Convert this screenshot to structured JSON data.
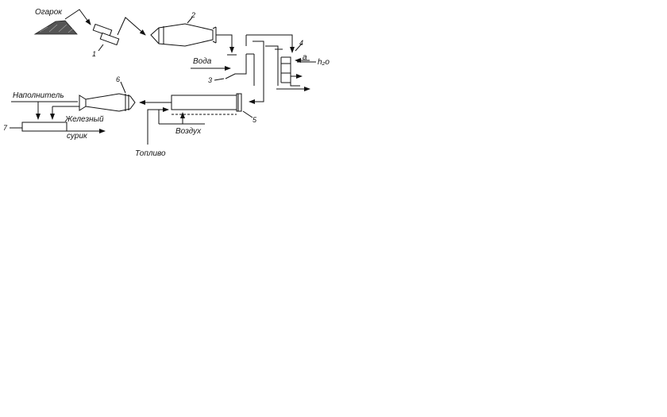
{
  "labels": {
    "ore": "Огарок",
    "water": "Вода",
    "filler": "Наполнитель",
    "iron_minium_1": "Железный",
    "iron_minium_2": "сурик",
    "air": "Воздух",
    "fuel": "Топливо",
    "stream_a": "а",
    "stream_h2o": "h₂o"
  },
  "numbers": [
    "1",
    "2",
    "3",
    "4",
    "5",
    "6",
    "7"
  ]
}
